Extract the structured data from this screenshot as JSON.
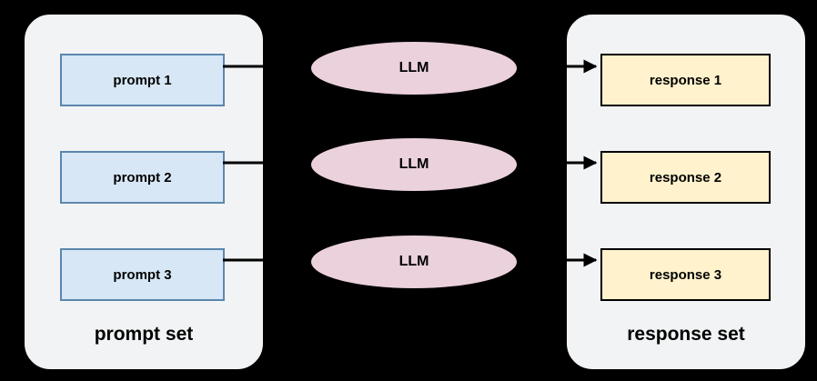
{
  "colors": {
    "canvas-bg": "#000000",
    "panel-fill": "#f1f3f4",
    "panel-border": "#000000",
    "prompt-fill": "#d7e7f6",
    "prompt-border": "#5b87ad",
    "llm-fill": "#ead1dc",
    "llm-border": "#000000",
    "response-fill": "#fff2cc",
    "response-border": "#000000",
    "arrow": "#000000"
  },
  "left_panel": {
    "label": "prompt set"
  },
  "right_panel": {
    "label": "response set"
  },
  "prompts": [
    {
      "label": "prompt 1"
    },
    {
      "label": "prompt 2"
    },
    {
      "label": "prompt 3"
    }
  ],
  "llm_nodes": [
    {
      "label": "LLM"
    },
    {
      "label": "LLM"
    },
    {
      "label": "LLM"
    }
  ],
  "responses": [
    {
      "label": "response 1"
    },
    {
      "label": "response 2"
    },
    {
      "label": "response 3"
    }
  ]
}
